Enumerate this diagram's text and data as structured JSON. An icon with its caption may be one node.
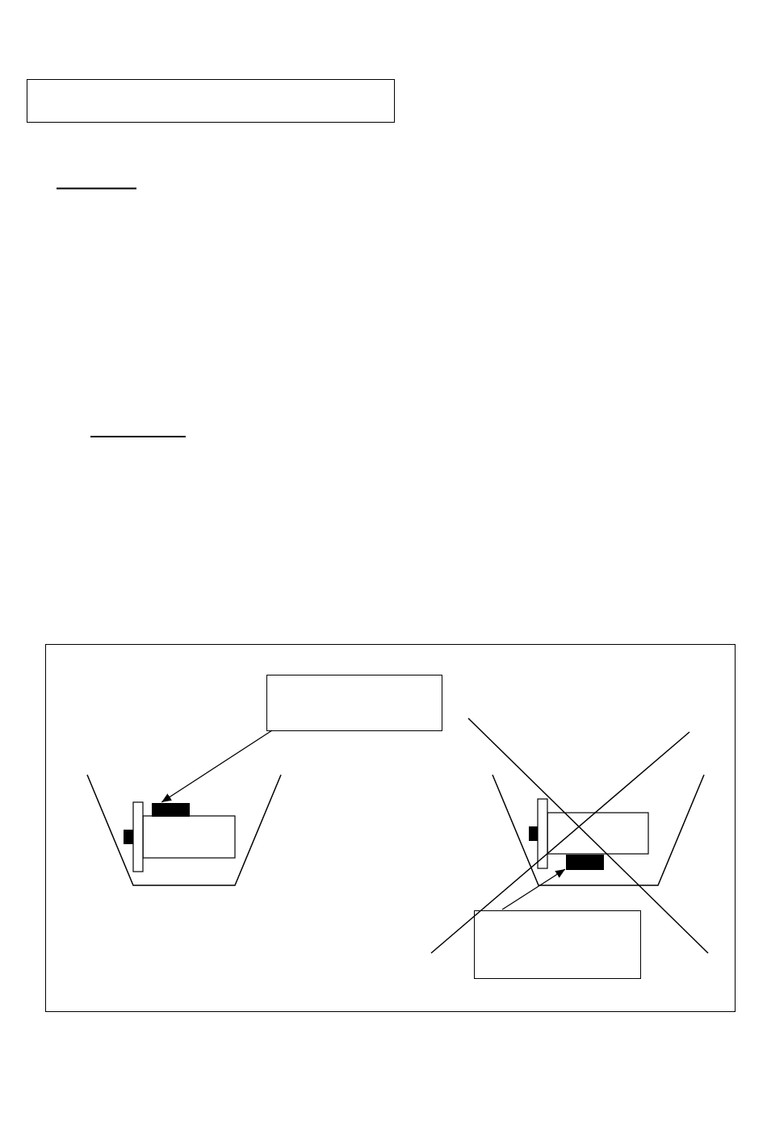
{
  "diagram": {
    "nodes": [
      {
        "text": [],
        "shape": "box"
      },
      {
        "text": [],
        "shape": "box"
      },
      {
        "text": [],
        "shape": "box",
        "in": 1
      },
      {
        "text": [],
        "shape": "bar",
        "in": 1
      },
      {
        "text": [],
        "shape": "bar",
        "in": 1
      },
      {
        "text": [],
        "shape": "box",
        "in": 1
      }
    ],
    "edges": [
      {
        "from": 2,
        "to": 3,
        "arrow": "to"
      },
      {
        "from": 5,
        "to": 4,
        "arrow": "to"
      }
    ]
  }
}
